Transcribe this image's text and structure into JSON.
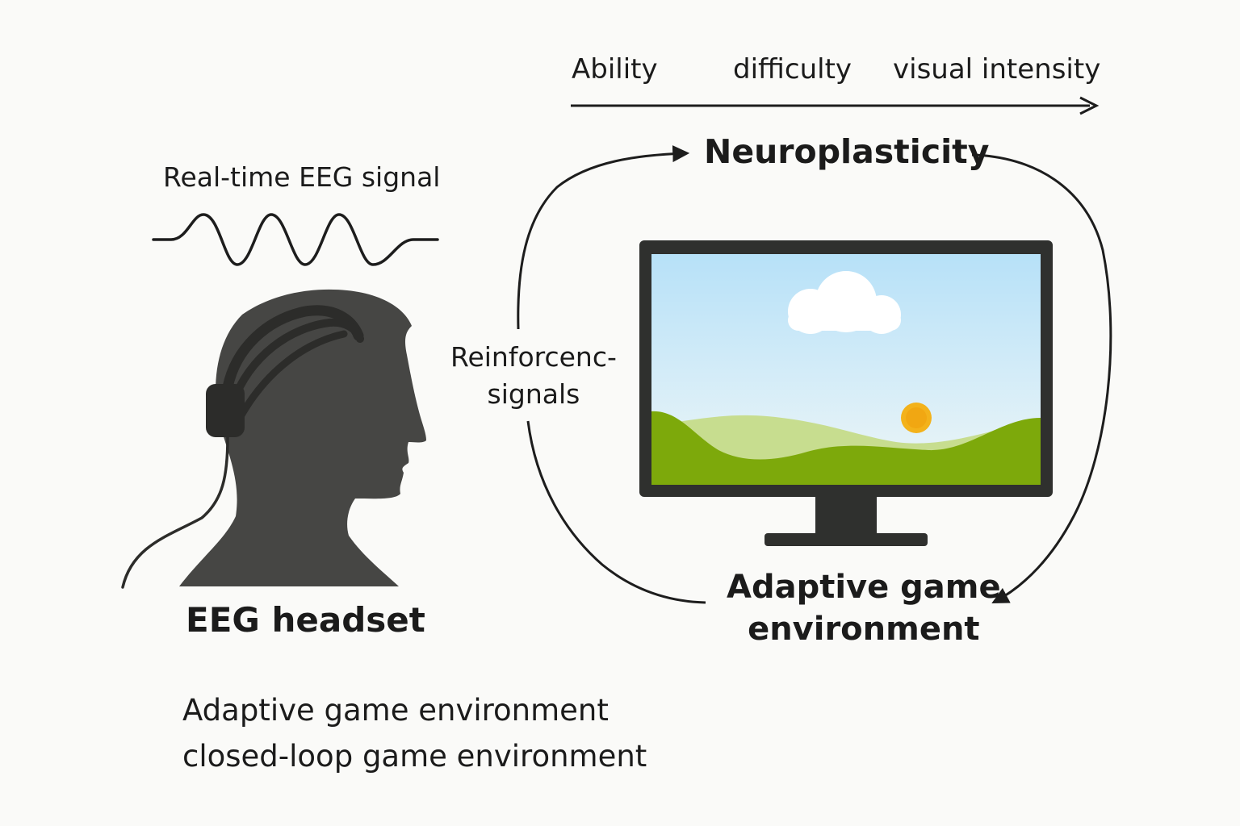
{
  "diagram": {
    "axis_labels": [
      "Ability",
      "difficulty",
      "visual intensity"
    ],
    "eeg_signal_label": "Real-time EEG signal",
    "neuroplasticity_label": "Neuroplasticity",
    "reinforcement_label_line1": "Reinforcenc-",
    "reinforcement_label_line2": "signals",
    "headset_label": "EEG headset",
    "adaptive_label_line1": "Adaptive game",
    "adaptive_label_line2": "environment",
    "caption_line1": "Adaptive game environment",
    "caption_line2": "closed-loop game environment"
  },
  "colors": {
    "head": "#464644",
    "headset": "#2c2c2a",
    "monitor": "#2f302e",
    "sky_top": "#b7e1f8",
    "sky_bottom": "#eef6f7",
    "hill_light": "#c7dd8f",
    "hill_dark": "#7da90b",
    "sun": "#f3b21b",
    "cloud": "#ffffff",
    "line": "#1d1d1d"
  },
  "icons": [
    "eeg-wave-icon",
    "head-silhouette-icon",
    "monitor-icon",
    "cloud-icon",
    "sun-icon"
  ]
}
